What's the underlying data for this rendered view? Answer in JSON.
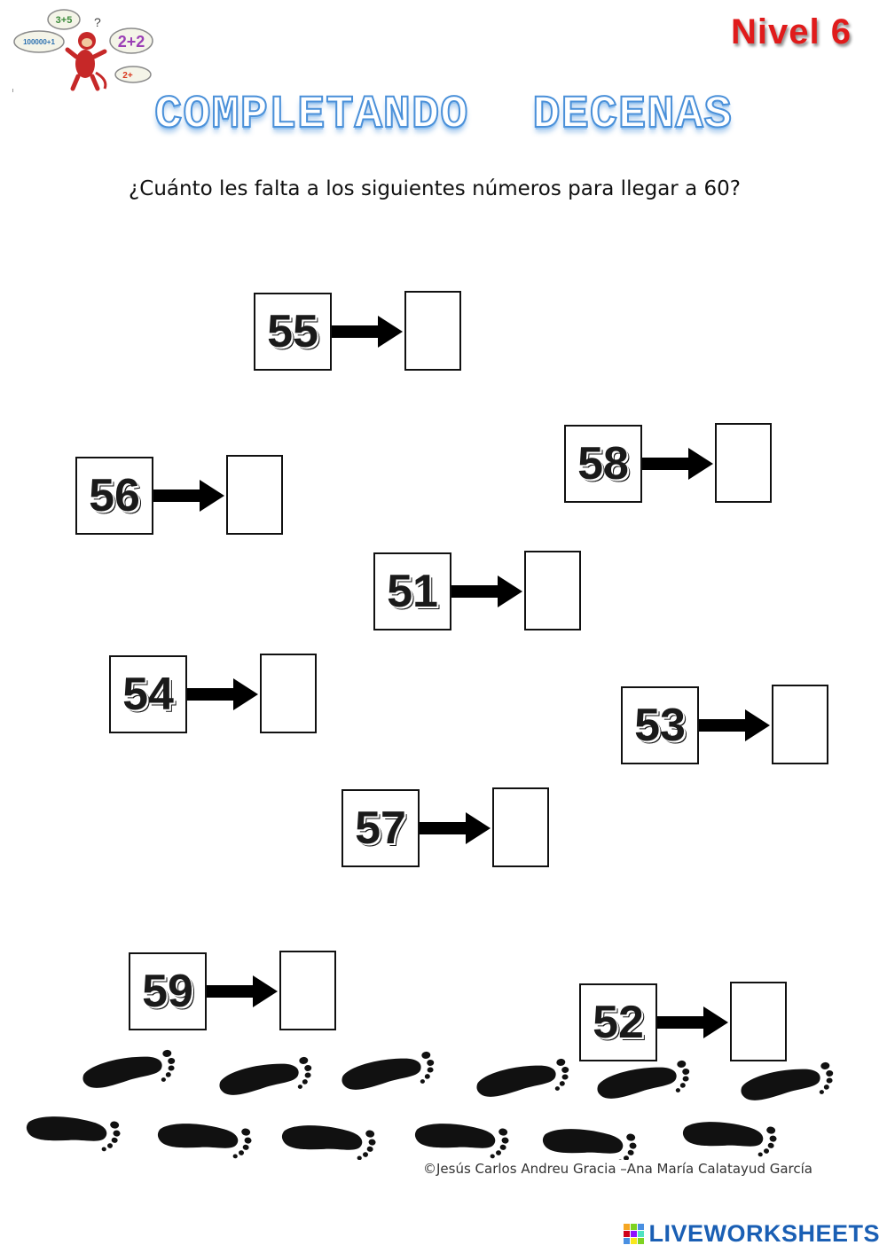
{
  "header": {
    "level": "Nivel 6",
    "title_word_1": "COMPLETANDO",
    "title_word_2": "DECENAS",
    "question": "¿Cuánto les falta a los siguientes números para llegar a 60?"
  },
  "logo": {
    "bubble_1": "3+5",
    "bubble_2": "100000+1",
    "bubble_3": "2+2",
    "bubble_4": "2+",
    "mark": "?"
  },
  "exercises": [
    {
      "number": "55",
      "answer": ""
    },
    {
      "number": "58",
      "answer": ""
    },
    {
      "number": "56",
      "answer": ""
    },
    {
      "number": "51",
      "answer": ""
    },
    {
      "number": "54",
      "answer": ""
    },
    {
      "number": "53",
      "answer": ""
    },
    {
      "number": "57",
      "answer": ""
    },
    {
      "number": "59",
      "answer": ""
    },
    {
      "number": "52",
      "answer": ""
    }
  ],
  "footer": {
    "copyright": "©Jesús Carlos Andreu Gracia –Ana María Calatayud García",
    "brand": "LIVEWORKSHEETS"
  },
  "icons": {
    "arrow": "right-arrow-icon",
    "footprint": "footprint-icon",
    "logo": "monkey-logo"
  },
  "colors": {
    "level": "#e01b1b",
    "title_outline": "#4a90d9",
    "brand": "#1a5fb4"
  }
}
